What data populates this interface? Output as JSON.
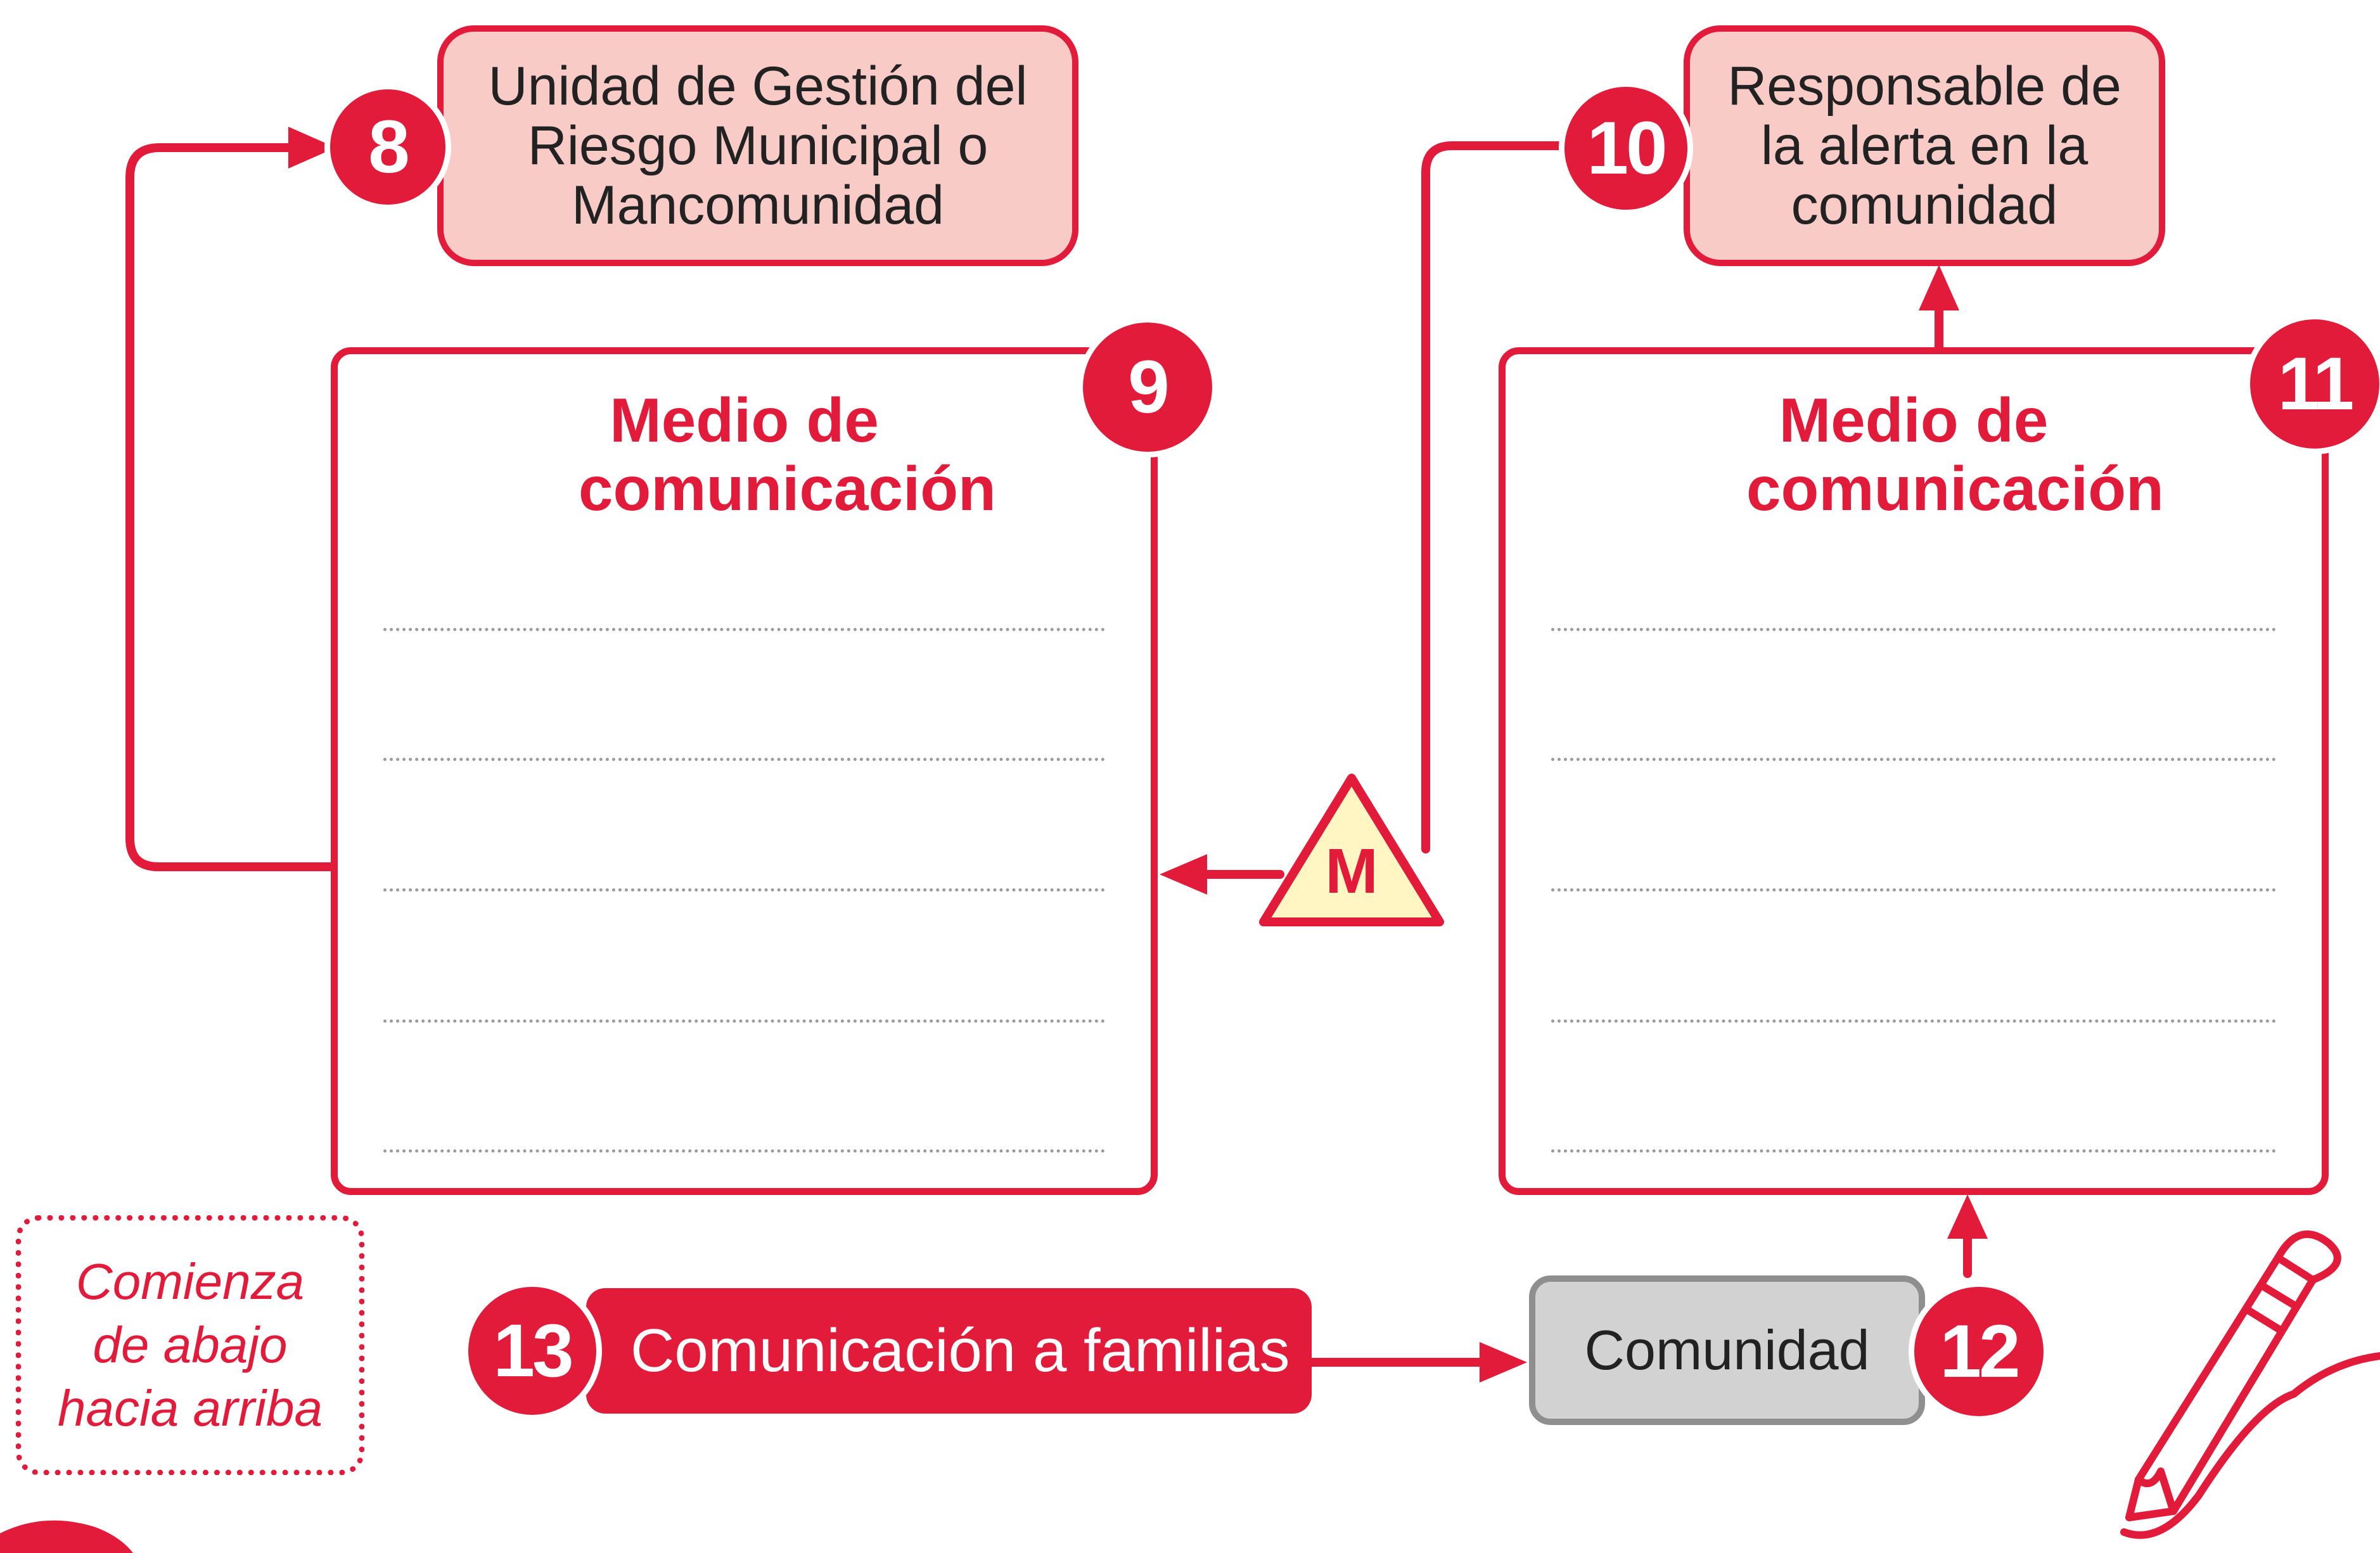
{
  "diagram": {
    "nodes": [
      {
        "id": "8",
        "badge": "8",
        "label": "Unidad de Gestión del Riesgo Municipal o Mancomunidad"
      },
      {
        "id": "9",
        "badge": "9",
        "label": "Medio de comunicación"
      },
      {
        "id": "10",
        "badge": "10",
        "label": "Responsable de la alerta en la comunidad"
      },
      {
        "id": "11",
        "badge": "11",
        "label": "Medio de comunicación"
      },
      {
        "id": "12",
        "badge": "12",
        "label": "Comunidad"
      },
      {
        "id": "13",
        "badge": "13",
        "label": "Comunicación a familias"
      }
    ],
    "edges": [
      {
        "from": "13",
        "to": "12"
      },
      {
        "from": "12",
        "to": "11"
      },
      {
        "from": "11",
        "to": "10"
      },
      {
        "from": "10",
        "to": "9",
        "via": "M"
      },
      {
        "from": "9",
        "to": "8"
      }
    ],
    "warning_marker": "M",
    "hint_text": "Comienza de abajo hacia arriba"
  },
  "colors": {
    "accent": "#e31b3b",
    "pink_fill": "#f9cbc6",
    "grey_fill": "#d2d2d2",
    "warning_fill": "#fff6c4"
  },
  "icons": [
    "warning-triangle-icon",
    "pencil-icon"
  ]
}
